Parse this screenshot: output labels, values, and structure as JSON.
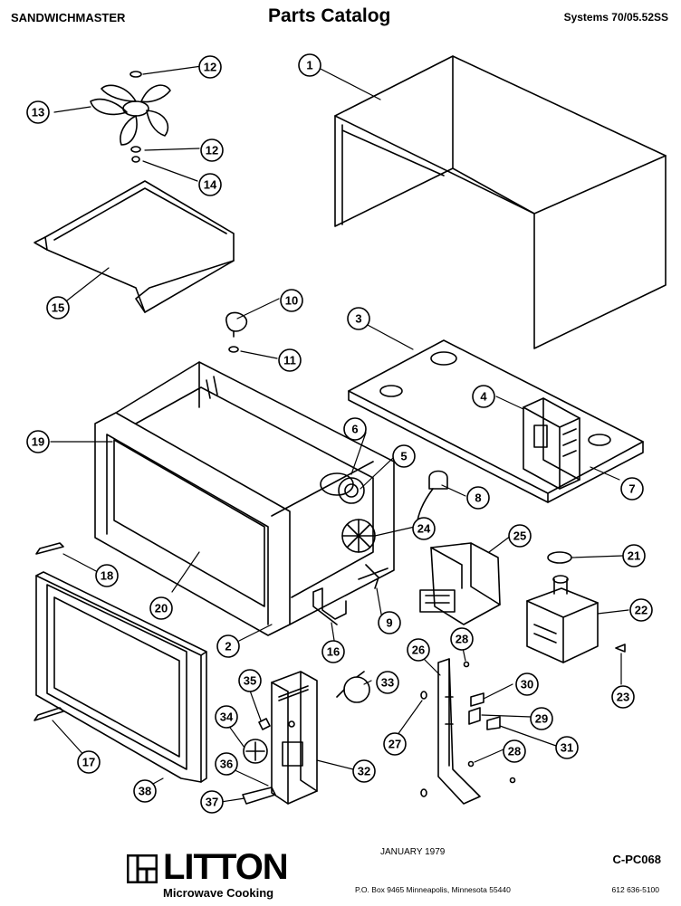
{
  "header": {
    "brand_left": "SANDWICHMASTER",
    "title": "Parts Catalog",
    "model": "Systems 70/05.52SS"
  },
  "callouts": [
    "1",
    "2",
    "3",
    "4",
    "5",
    "6",
    "7",
    "8",
    "9",
    "10",
    "11",
    "12",
    "12",
    "13",
    "14",
    "15",
    "16",
    "17",
    "18",
    "19",
    "20",
    "21",
    "22",
    "23",
    "24",
    "25",
    "26",
    "27",
    "28",
    "28",
    "29",
    "30",
    "31",
    "32",
    "33",
    "34",
    "35",
    "36",
    "37",
    "38"
  ],
  "footer": {
    "logo_word": "LITTON",
    "logo_tagline": "Microwave Cooking",
    "date": "JANUARY 1979",
    "catalog_code": "C-PC068",
    "address": "P.O. Box 9465   Minneapolis, Minnesota 55440",
    "phone": "612  636-5100"
  }
}
